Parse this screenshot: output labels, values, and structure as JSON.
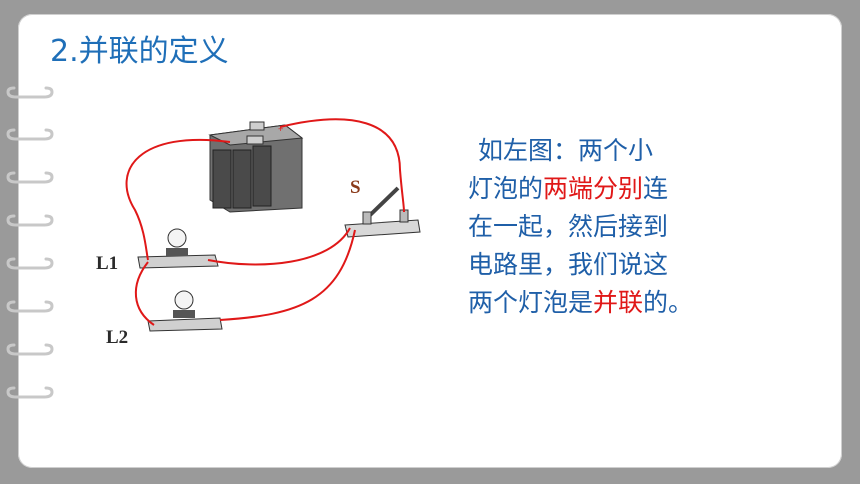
{
  "slide": {
    "title_number": "2.",
    "title_text": "并联的定义",
    "description": {
      "line1": "如左图：两个小",
      "line2_prefix": "灯泡的",
      "line2_highlight": "两端分别",
      "line2_suffix": "连",
      "line3": "在一起，然后接到",
      "line4": "电路里，我们说这",
      "line5_prefix": "两个灯泡是",
      "line5_highlight": "并联",
      "line5_suffix": "的。"
    }
  },
  "circuit": {
    "label_switch": "S",
    "label_lamp1": "L1",
    "label_lamp2": "L2",
    "battery_plus": "+"
  },
  "colors": {
    "title": "#1f6fb8",
    "text": "#1f5fa8",
    "highlight": "#e01818",
    "wire": "#e01818",
    "background": "#9a9a9a"
  }
}
